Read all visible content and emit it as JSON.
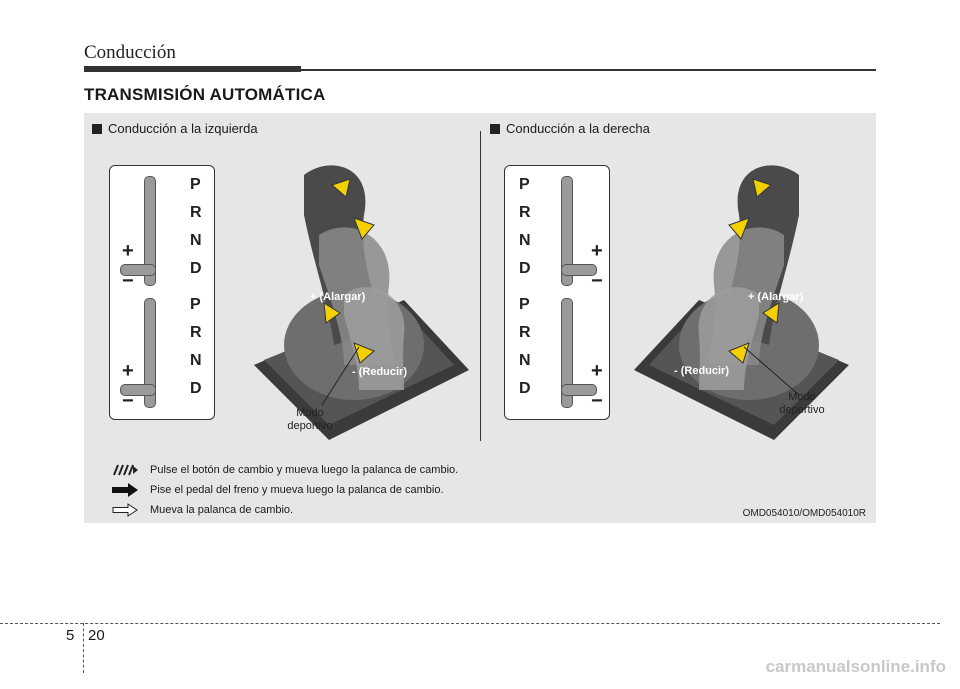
{
  "header": {
    "chapter_title": "Conducción"
  },
  "section": {
    "title": "TRANSMISIÓN AUTOMÁTICA"
  },
  "figure": {
    "left_panel": {
      "heading": "Conducción a la izquierda",
      "gate_top": [
        "P",
        "R",
        "N",
        "D"
      ],
      "gate_bottom": [
        "P",
        "R",
        "N",
        "D"
      ],
      "plus": "+",
      "minus": "−",
      "shifter_plus_label": "+ (Alargar)",
      "shifter_minus_label": "- (Reducir)",
      "mode_label_line1": "Modo",
      "mode_label_line2": "deportivo"
    },
    "right_panel": {
      "heading": "Conducción a la derecha",
      "gate_top": [
        "P",
        "R",
        "N",
        "D"
      ],
      "gate_bottom": [
        "P",
        "R",
        "N",
        "D"
      ],
      "plus": "+",
      "minus": "−",
      "shifter_plus_label": "+ (Alargar)",
      "shifter_minus_label": "- (Reducir)",
      "mode_label_line1": "Modo",
      "mode_label_line2": "deportivo"
    },
    "legend": [
      {
        "icon": "hatched-arrow-icon",
        "text": "Pulse el botón de cambio y mueva luego la palanca de cambio."
      },
      {
        "icon": "solid-arrow-icon",
        "text": "Pise el pedal del freno y mueva luego la palanca de cambio."
      },
      {
        "icon": "outline-arrow-icon",
        "text": "Mueva la palanca de cambio."
      }
    ],
    "reference_code": "OMD054010/OMD054010R"
  },
  "footer": {
    "chapter_number": "5",
    "page_number": "20"
  },
  "watermark": "carmanualsonline.info",
  "colors": {
    "accent_arrow": "#f5d000",
    "figure_bg": "#e6e6e6",
    "rule": "#333333"
  }
}
